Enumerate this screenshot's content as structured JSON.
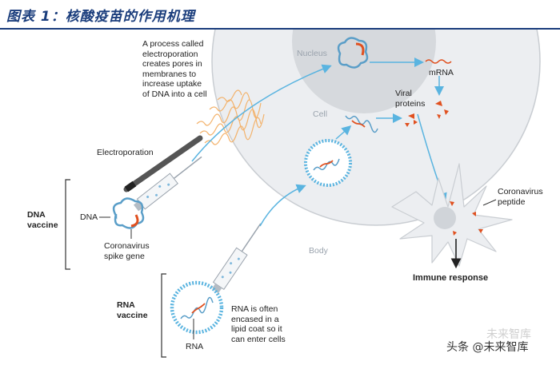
{
  "header": {
    "title": "图表 1：核酸疫苗的作用机理"
  },
  "diagram": {
    "electroporation_note": [
      "A process called",
      "electroporation",
      "creates pores in",
      "membranes to",
      "increase uptake",
      "of DNA into a cell"
    ],
    "nucleus_label": "Nucleus",
    "cell_label": "Cell",
    "body_label": "Body",
    "mrna_label": "mRNA",
    "viral_proteins_label": [
      "Viral",
      "proteins"
    ],
    "electroporation_label": "Electroporation",
    "dna_label": "DNA",
    "spike_gene_label": [
      "Coronavirus",
      "spike gene"
    ],
    "dna_vaccine_label": [
      "DNA",
      "vaccine"
    ],
    "rna_vaccine_label": [
      "RNA",
      "vaccine"
    ],
    "rna_note": [
      "RNA is often",
      "encased in a",
      "lipid coat so it",
      "can enter cells"
    ],
    "rna_label": "RNA",
    "coronavirus_peptide_label": [
      "Coronavirus",
      "peptide"
    ],
    "immune_response_label": "Immune response"
  },
  "watermark": {
    "text": "头条 @未来智库",
    "ghost": "未来智库"
  },
  "colors": {
    "accent_orange": "#e0501f",
    "arrow_blue": "#5ab4e0",
    "title_blue": "#1a3d7c",
    "cell_grey": "#e9ebee",
    "nucleus_grey": "#d9dcdf"
  }
}
